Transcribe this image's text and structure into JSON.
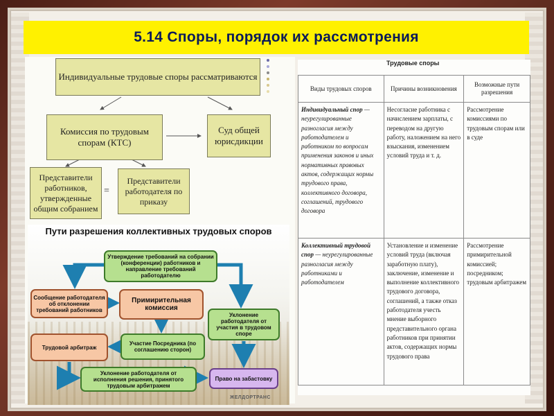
{
  "title": "5.14 Споры, порядок их рассмотрения",
  "individual": {
    "root": "Индивидуальные трудовые споры рассматриваются",
    "kts": "Комиссия по трудовым спорам (КТС)",
    "court": "Суд общей юрисдикции",
    "reps_workers": "Представители работников, утвержденные общим собранием",
    "equals": "=",
    "reps_employer": "Представители работодателя по приказу"
  },
  "collective": {
    "title": "Пути разрешения коллективных трудовых споров",
    "approve": "Утверждение требований на собрании (конференции) работников и направление требований работодателю",
    "notify": "Сообщение работодателя об отклонении требований работников",
    "conciliation": "Примирительная комиссия",
    "evasion": "Уклонение работодателя от участия в трудовом споре",
    "arbitration": "Трудовой арбитраж",
    "mediator": "Участие Посредника (по соглашению сторон)",
    "evasion_exec": "Уклонение работодателя от исполнения решения, принятого трудовым арбитражем",
    "strike": "Право на забастовку",
    "logo": "ЖЕЛДОРТРАНС"
  },
  "table": {
    "caption": "Трудовые споры",
    "headers": [
      "Виды трудовых споров",
      "Причины возникновения",
      "Возможные пути разрешения"
    ],
    "row1": {
      "kind_bold": "Индивидуальный спор",
      "kind_rest": " — неурегулированные разногласия между работодателем и работником по вопросам применения законов и иных нормативных правовых актов, содержащих нормы трудового права, коллективного договора, соглашений, трудового договора",
      "cause": "Несогласие работника с начислением зарплаты, с переводом на другую работу, наложением на него взыскания, изменением условий труда и т. д.",
      "resolution": "Рассмотрение комиссиями по трудовым спорам или в суде"
    },
    "row2": {
      "kind_bold": "Коллективный трудовой спор",
      "kind_rest": " — неурегулированные разногласия между работниками и работодателем",
      "cause": "Установление и изменение условий труда (включая заработную плату), заключение, изменение и выполнение коллективного трудового договора, соглашений, а также отказ работодателя учесть мнение выборного представительного органа работников при принятии актов, содержащих нормы трудового права",
      "resolution": "Рассмотрение примирительной комиссией; посредником; трудовым арбитражем"
    }
  },
  "colors": {
    "title_bg": "#fff100",
    "title_text": "#0a1a5a",
    "box_fill": "#e6e6a3",
    "green_box": "#b6e08f",
    "orange_box": "#f7c7a5",
    "purple_box": "#d7b7ef",
    "arrow_blue": "#1e7fb0"
  }
}
